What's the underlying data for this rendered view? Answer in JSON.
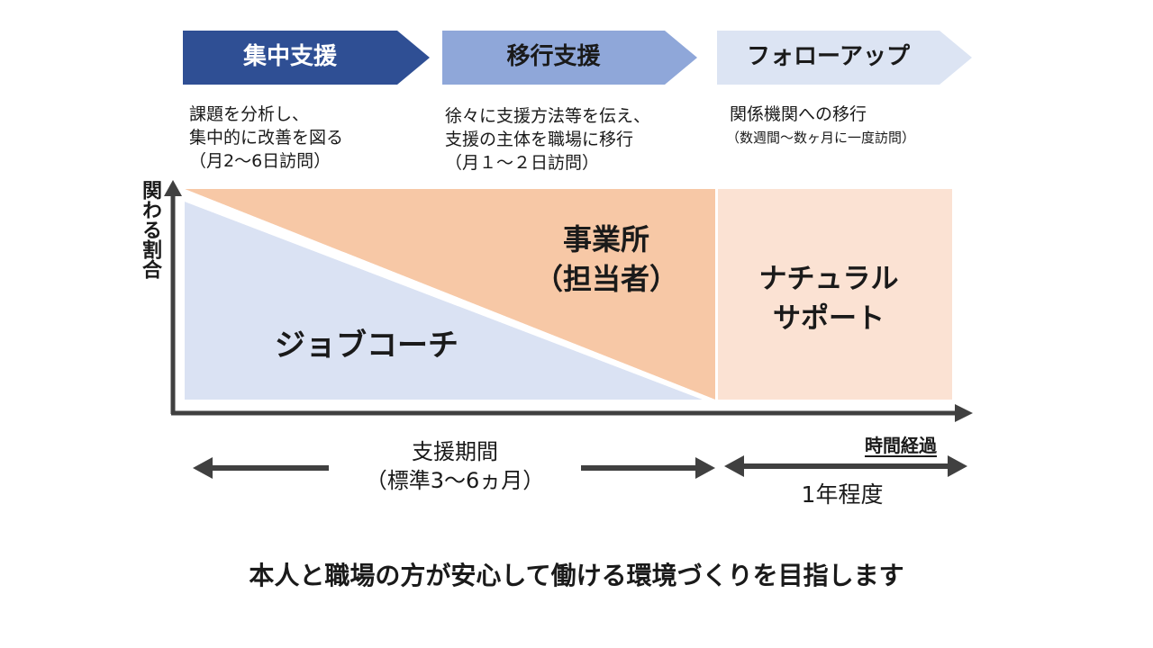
{
  "phases": [
    {
      "label": "集中支援",
      "color": "#2f4f94",
      "text_color": "#ffffff"
    },
    {
      "label": "移行支援",
      "color": "#8fa7d9",
      "text_color": "#1a1a1a"
    },
    {
      "label": "フォローアップ",
      "color": "#dce4f3",
      "text_color": "#1a1a1a"
    }
  ],
  "descriptions": {
    "intensive": "課題を分析し、\n集中的に改善を図る\n（月2〜6日訪問）",
    "transition": "徐々に支援方法等を伝え、\n支援の主体を職場に移行\n（月１〜２日訪問）",
    "followup_main": "関係機関への移行",
    "followup_sub": "（数週間〜数ヶ月に一度訪問）"
  },
  "y_axis_label": "関わる割合",
  "x_axis_label": "時間経過",
  "zones": {
    "job_coach": "ジョブコーチ",
    "workplace": "事業所\n（担当者）",
    "natural_support": "ナチュラル\nサポート",
    "job_coach_color": "#dae2f3",
    "workplace_color": "#f7c8a6",
    "natural_support_color": "#fbe2d3"
  },
  "periods": {
    "support_period": "支援期間\n（標準3〜6ヵ月）",
    "followup_period": "1年程度"
  },
  "footer": "本人と職場の方が安心して働ける環境づくりを目指します"
}
